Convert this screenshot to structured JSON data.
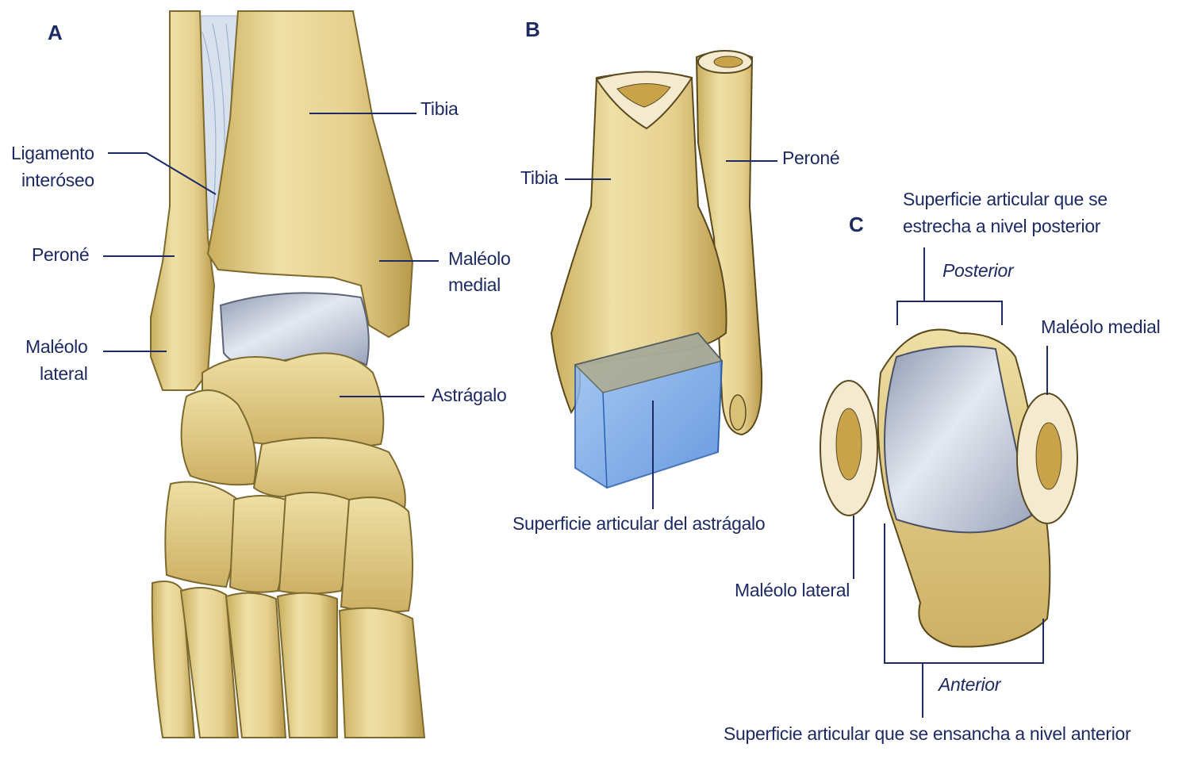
{
  "panels": {
    "a": "A",
    "b": "B",
    "c": "C"
  },
  "panel_a": {
    "tibia": "Tibia",
    "ligament_line1": "Ligamento",
    "ligament_line2": "interóseo",
    "fibula": "Peroné",
    "medial_malleolus_line1": "Maléolo",
    "medial_malleolus_line2": "medial",
    "lateral_malleolus_line1": "Maléolo",
    "lateral_malleolus_line2": "lateral",
    "talus": "Astrágalo"
  },
  "panel_b": {
    "tibia": "Tibia",
    "fibula": "Peroné",
    "talus_surface": "Superficie articular del astrágalo"
  },
  "panel_c": {
    "posterior_note_line1": "Superficie articular que se",
    "posterior_note_line2": "estrecha a nivel posterior",
    "posterior": "Posterior",
    "medial_malleolus": "Maléolo medial",
    "lateral_malleolus": "Maléolo lateral",
    "anterior": "Anterior",
    "anterior_note": "Superficie articular que se ensancha a nivel anterior"
  },
  "colors": {
    "bone": "#e9d798",
    "bone_shadow": "#b89a45",
    "cartilage": "#b9c2d3",
    "surface_blue": "#6fa3e6",
    "label": "#1d2a63"
  }
}
